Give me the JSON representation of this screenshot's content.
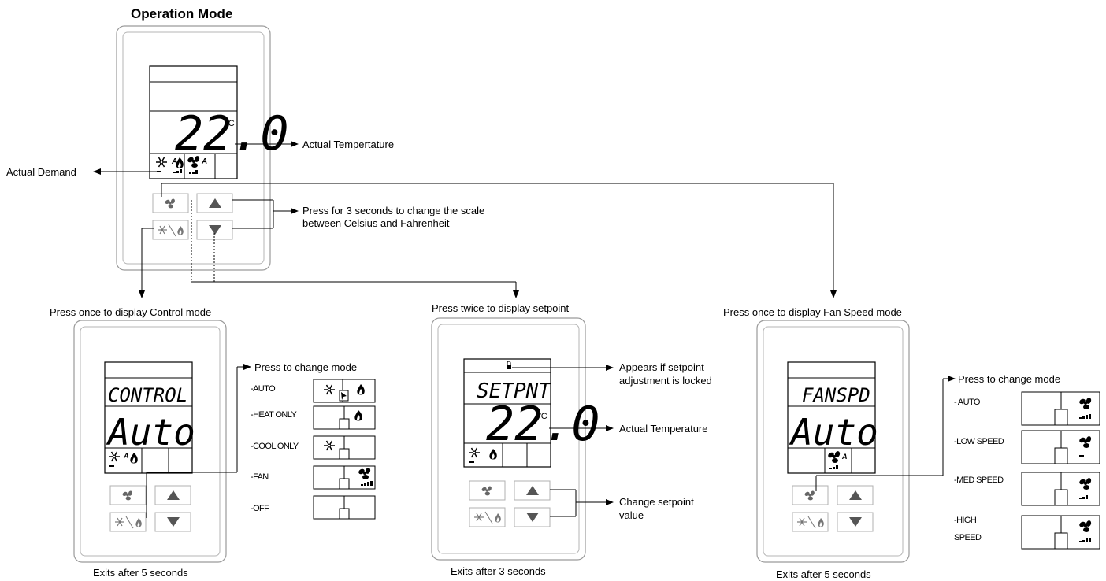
{
  "title": "Operation Mode",
  "main": {
    "temperature": "22.0",
    "unit": "°C",
    "label_actual_temperature": "Actual Tempertature",
    "label_actual_demand": "Actual Demand",
    "label_scale_line1": "Press for 3 seconds to change the scale",
    "label_scale_line2": "between Celsius and Fahrenheit"
  },
  "control_panel": {
    "caption": "Press once to display Control mode",
    "screen_top": "CONTROL",
    "screen_main": "Auto",
    "press_label": "Press to change mode",
    "modes": [
      "-AUTO",
      "-HEAT ONLY",
      "-COOL ONLY",
      "-FAN",
      "-OFF"
    ],
    "exit": "Exits after 5 seconds"
  },
  "setpoint_panel": {
    "caption": "Press twice to display setpoint",
    "screen_top": "SETPNT",
    "temperature": "22.0",
    "unit": "°C",
    "locked_line1": "Appears if setpoint",
    "locked_line2": "adjustment is locked",
    "actual_temperature": "Actual Temperature",
    "change_line1": "Change setpoint",
    "change_line2": "value",
    "exit": "Exits after 3 seconds"
  },
  "fan_panel": {
    "caption": "Press once to display Fan Speed mode",
    "screen_top": "FANSPD",
    "screen_main": "Auto",
    "press_label": "Press to change mode",
    "modes": [
      "- AUTO",
      "-LOW SPEED",
      "-MED SPEED",
      "-HIGH",
      "SPEED"
    ],
    "exit": "Exits after 5 seconds"
  },
  "icons": {
    "snowflake": "❄",
    "flame": "🔥",
    "fan": "fan-icon",
    "up": "▲",
    "down": "▼",
    "lock": "lock-icon"
  }
}
